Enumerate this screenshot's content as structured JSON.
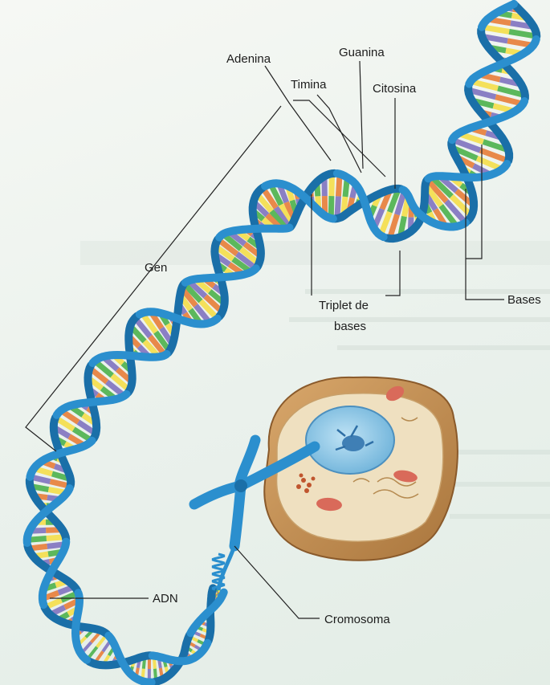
{
  "labels": {
    "adenina": "Adenina",
    "guanina": "Guanina",
    "timina": "Timina",
    "citosina": "Citosina",
    "gen": "Gen",
    "triplet_line1": "Triplet de",
    "triplet_line2": "bases",
    "bases": "Bases",
    "adn": "ADN",
    "cromosoma": "Cromosoma"
  },
  "colors": {
    "backbone": "#2b8fce",
    "backbone_dark": "#1a6fa8",
    "base_colors": [
      "#f4e05a",
      "#8a7fc4",
      "#5cb85c",
      "#e8894a",
      "#ffffff"
    ],
    "cell_body": "#c9955a",
    "nucleus": "#8fc8e8"
  },
  "icons": {
    "cell": "animal-cell-illustration",
    "chromosome": "chromosome-illustration"
  }
}
